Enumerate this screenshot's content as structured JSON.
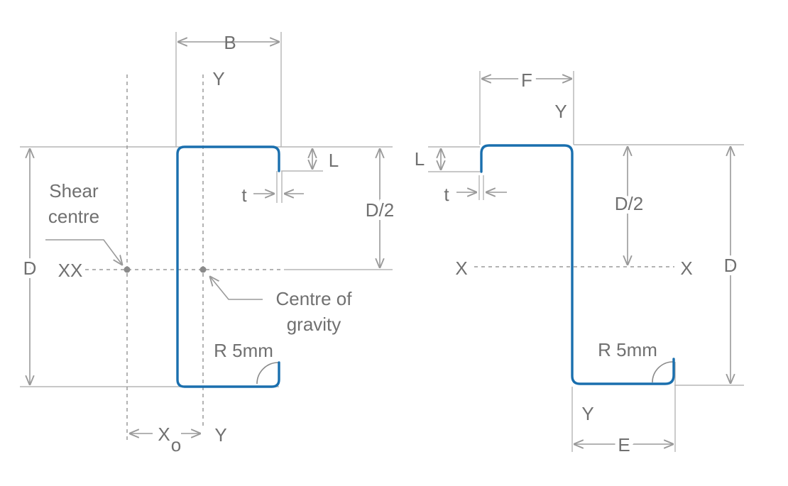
{
  "c_section": {
    "labels": {
      "B": "B",
      "Y_top": "Y",
      "Y_bottom": "Y",
      "L": "L",
      "t": "t",
      "D_half": "D/2",
      "D": "D",
      "XX": "XX",
      "shear_line1": "Shear",
      "shear_line2": "centre",
      "cog_line1": "Centre of",
      "cog_line2": "gravity",
      "radius": "R 5mm",
      "xo_main": "X",
      "xo_sub": "o"
    }
  },
  "z_section": {
    "labels": {
      "F": "F",
      "Y_top": "Y",
      "Y_bottom": "Y",
      "L": "L",
      "t": "t",
      "D_half": "D/2",
      "X_left": "X",
      "X_right": "X",
      "D": "D",
      "radius": "R 5mm",
      "E": "E"
    }
  },
  "colors": {
    "profile": "#1a6fae",
    "dimension_lines": "#9a9a9a",
    "text": "#707070"
  }
}
